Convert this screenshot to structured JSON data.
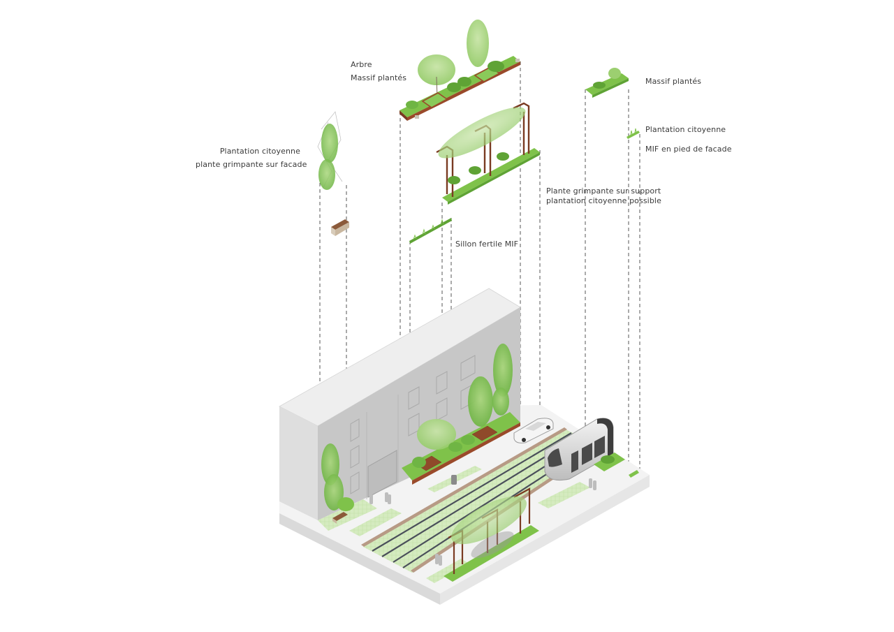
{
  "diagram": {
    "title": "Exploded isometric street greening diagram",
    "colors": {
      "grass": "#7fc24a",
      "grass_dark": "#5fa335",
      "grass_light": "#c9e5a8",
      "paving_green": "#d8ecc4",
      "planter_rust": "#9a4a2a",
      "pergola": "#7a3a22",
      "building_top": "#ececec",
      "building_front": "#c8c8c8",
      "building_side": "#dcdcdc",
      "ground": "#f2f2f2",
      "ground_edge": "#d6d6d6",
      "rail": "#4a4f5a",
      "tram": "#d9d9d9",
      "tram_dark": "#3d3d3d",
      "dash": "#555555",
      "text": "#3a3a3a"
    },
    "labels": {
      "arbre": {
        "lines": [
          "Arbre",
          "Massif plantés"
        ]
      },
      "facade_climber": {
        "lines": [
          "Plantation citoyenne",
          "plante grimpante sur facade"
        ]
      },
      "massif_right": {
        "lines": [
          "Massif plantés"
        ]
      },
      "mif_facade": {
        "lines": [
          "Plantation citoyenne",
          "MIF en pied de facade"
        ]
      },
      "pergola": {
        "lines": [
          "Plante grimpante sur support",
          "plantation citoyenne possible"
        ]
      },
      "sillon": {
        "lines": [
          "Sillon fertile MIF"
        ]
      }
    },
    "components": [
      "tree-planter-strip",
      "pergola-climber-strip",
      "facade-climber",
      "bench",
      "sillon-fertile-strip",
      "massif-planter-right",
      "mif-facade-strip",
      "street-base"
    ]
  }
}
